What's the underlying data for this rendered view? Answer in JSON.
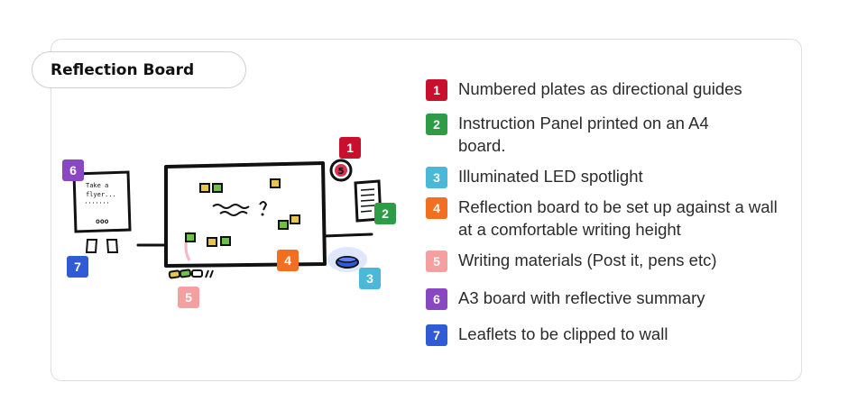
{
  "title": "Reflection Board",
  "colors": {
    "red": "#c8102e",
    "green": "#2e9b47",
    "light_blue": "#4bb8d8",
    "orange": "#f26f21",
    "pink": "#f4a0a0",
    "purple": "#8a47c2",
    "blue": "#2f5bd6"
  },
  "illustration": {
    "flyer_lines": [
      "Take a",
      "flyer..."
    ],
    "flyer_footer": "ooo",
    "plate_symbol": "5"
  },
  "legend": [
    {
      "num": "1",
      "text": "Numbered plates as directional guides"
    },
    {
      "num": "2",
      "text": "Instruction Panel printed on an A4 board."
    },
    {
      "num": "3",
      "text": "Illuminated LED spotlight"
    },
    {
      "num": "4",
      "text": "Reflection board to be set up against a wall at a comfortable writing height"
    },
    {
      "num": "5",
      "text": "Writing materials (Post it, pens etc)"
    },
    {
      "num": "6",
      "text": "A3 board with reflective summary"
    },
    {
      "num": "7",
      "text": "Leaflets to be clipped to wall"
    }
  ]
}
